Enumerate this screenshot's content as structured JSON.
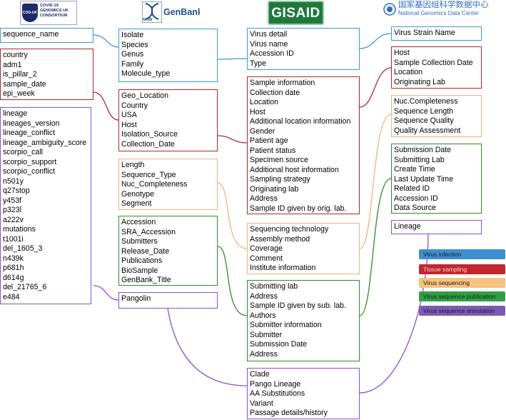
{
  "sources": {
    "cog_uk": {
      "text": "COVID-19 GENOMICS UK CONSORTIUM",
      "badge": "COG-UK"
    },
    "genbank": {
      "text": "GenBank",
      "badge": "NCBI"
    },
    "gisaid": {
      "text": "GISAID"
    },
    "ngdc": {
      "text_cn": "国家基因组科学数据中心",
      "text_en": "National Genomics Data Center"
    }
  },
  "boxes": {
    "cog_sequence": [
      "sequence_name"
    ],
    "cog_sampling": [
      "country",
      "adm1",
      "is_pillar_2",
      "sample_date",
      "epi_week"
    ],
    "cog_lineage": [
      "lineage",
      "lineages_version",
      "lineage_conflict",
      "lineage_ambiguity_score",
      "scorpio_call",
      "scorpio_support",
      "scorpio_conflict",
      "n501y",
      "q27stop",
      "y453f",
      "p323l",
      "a222v",
      "mutations",
      "t1001i",
      "del_1605_3",
      "n439k",
      "p681h",
      "d614g",
      "del_21765_6",
      "e484"
    ],
    "gb_infection": [
      "Isolate",
      "Species",
      "Genus",
      "Family",
      "Molecule_type"
    ],
    "gb_sampling": [
      "Geo_Location",
      "Country",
      "USA",
      "Host",
      "Isolation_Source",
      "Collection_Date"
    ],
    "gb_sequencing": [
      "Length",
      "Sequence_Type",
      "Nuc_Completeness",
      "Genotype",
      "Segment"
    ],
    "gb_publication": [
      "Accession",
      "SRA_Accession",
      "Submitters",
      "Release_Date",
      "Publications",
      "BioSample",
      "GenBank_Title"
    ],
    "gb_annotation": [
      "Pangolin"
    ],
    "gi_infection": [
      "Virus detail",
      "Virus name",
      "Accession ID",
      "Type"
    ],
    "gi_sampling": [
      "Sample information",
      "Collection date",
      "Location",
      "Host",
      "Additional location information",
      "Gender",
      "Patient age",
      "Patient status",
      "Specimen source",
      "Additional host information",
      "Sampling strategy",
      "Originating lab",
      "Address",
      "Sample ID given by orig. lab."
    ],
    "gi_sequencing": [
      "Sequencing technology",
      "Assembly method",
      "Coverage",
      "Comment",
      "Institute information"
    ],
    "gi_publication": [
      "Submitting lab",
      "Address",
      "Sample ID given by sub. lab.",
      "Authors",
      "Submitter information",
      "Submitter",
      "Submission Date",
      "Address"
    ],
    "gi_annotation": [
      "Clade",
      "Pango Lineage",
      "AA Substitutions",
      "Variant",
      "Passage details/history"
    ],
    "ngdc_infection": [
      "Virus Strain Name"
    ],
    "ngdc_sampling": [
      "Host",
      "Sample Collection Date",
      "Location",
      "Originating Lab"
    ],
    "ngdc_sequencing": [
      "Nuc.Completeness",
      "Sequence Length",
      "Sequence Quality",
      "Quality Assessment"
    ],
    "ngdc_publication": [
      "Submission Date",
      "Submitting Lab",
      "Create Time",
      "Last Update Time",
      "Related ID",
      "Accession ID",
      "Data Source"
    ],
    "ngdc_annotation": [
      "Lineage"
    ]
  },
  "legend": [
    {
      "label": "Virus infection",
      "color": "#3d8fd1"
    },
    {
      "label": "Tissue sampling",
      "color": "#c1272d"
    },
    {
      "label": "Virus sequencing",
      "color": "#f6c27e"
    },
    {
      "label": "Virus sequence publication",
      "color": "#2ea043"
    },
    {
      "label": "Virus sequence annotation",
      "color": "#7b5bb5"
    }
  ],
  "colors": {
    "infection": "#3d98d4",
    "sampling": "#b2262b",
    "sequencing": "#f0b27a",
    "publication": "#2e8b2e",
    "annotation": "#8a4fd8"
  }
}
